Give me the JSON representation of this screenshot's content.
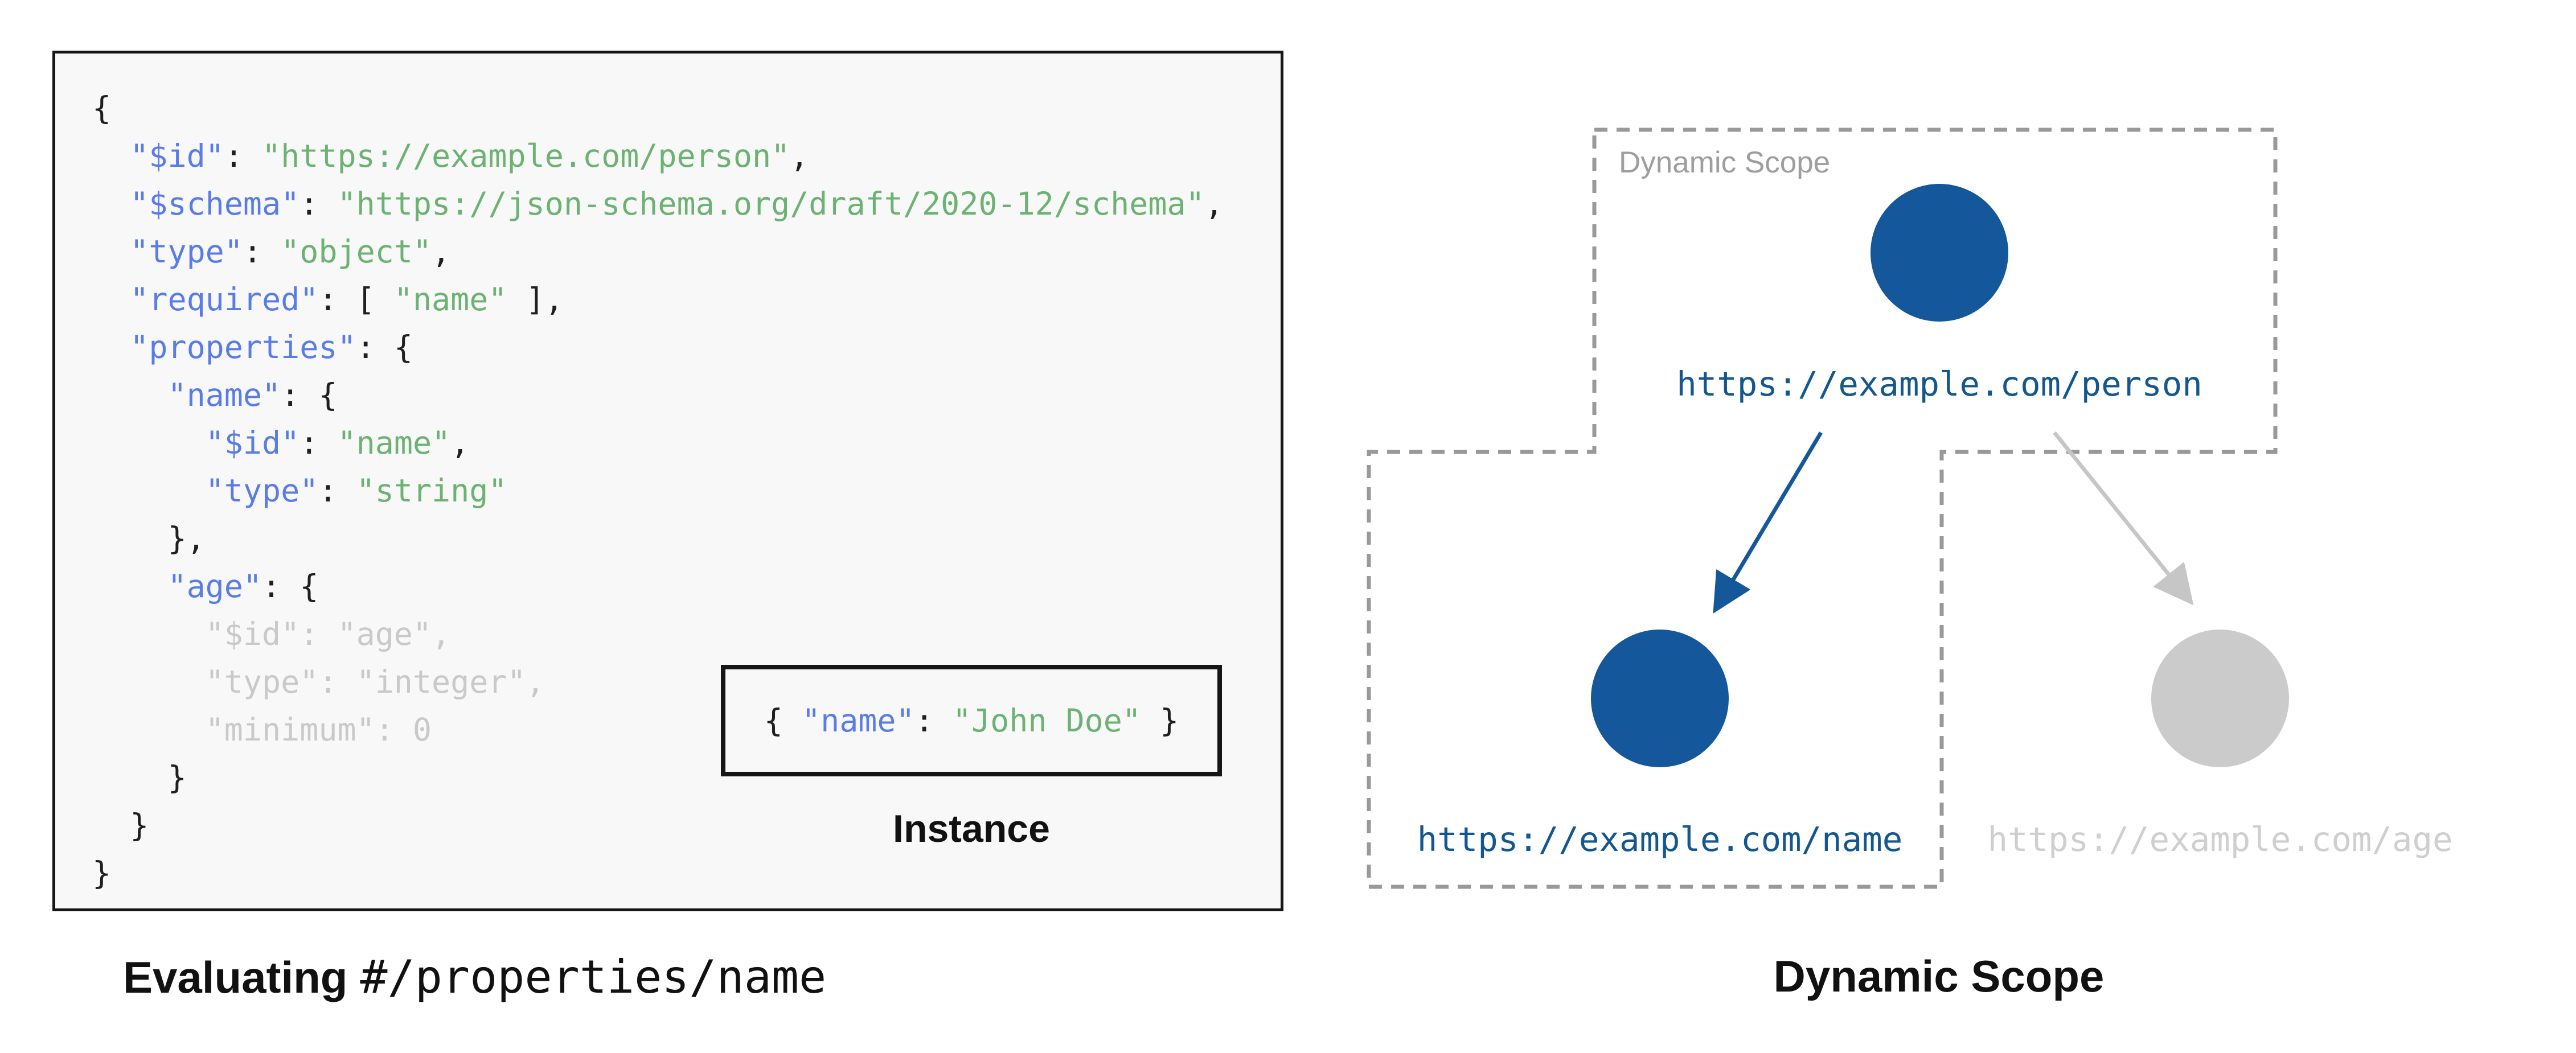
{
  "colors": {
    "node_blue": "#14579B",
    "url_blue": "#14578F",
    "key_blue": "#5A7CE8",
    "string_green": "#6CB273",
    "text_dark": "#1F1F1F",
    "dim_gray": "#C9C9C9",
    "node_gray": "#CBCBCB",
    "url_gray": "#CFCFCF",
    "arrow_gray": "#C6C6C6",
    "dash_gray": "#999999",
    "label_gray": "#9E9E9E",
    "box_bg": "#F8F8F8",
    "border_dark": "#161616"
  },
  "schema_panel": {
    "lines": [
      [
        [
          "{",
          "p"
        ]
      ],
      [
        [
          "  ",
          "p"
        ],
        [
          "\"$id\"",
          "k"
        ],
        [
          ": ",
          "p"
        ],
        [
          "\"https://example.com/person\"",
          "s"
        ],
        [
          ",",
          "p"
        ]
      ],
      [
        [
          "  ",
          "p"
        ],
        [
          "\"$schema\"",
          "k"
        ],
        [
          ": ",
          "p"
        ],
        [
          "\"https://json-schema.org/draft/2020-12/schema\"",
          "s"
        ],
        [
          ",",
          "p"
        ]
      ],
      [
        [
          "  ",
          "p"
        ],
        [
          "\"type\"",
          "k"
        ],
        [
          ": ",
          "p"
        ],
        [
          "\"object\"",
          "s"
        ],
        [
          ",",
          "p"
        ]
      ],
      [
        [
          "  ",
          "p"
        ],
        [
          "\"required\"",
          "k"
        ],
        [
          ": [ ",
          "p"
        ],
        [
          "\"name\"",
          "s"
        ],
        [
          " ],",
          "p"
        ]
      ],
      [
        [
          "  ",
          "p"
        ],
        [
          "\"properties\"",
          "k"
        ],
        [
          ": {",
          "p"
        ]
      ],
      [
        [
          "    ",
          "p"
        ],
        [
          "\"name\"",
          "k"
        ],
        [
          ": {",
          "p"
        ]
      ],
      [
        [
          "      ",
          "p"
        ],
        [
          "\"$id\"",
          "k"
        ],
        [
          ": ",
          "p"
        ],
        [
          "\"name\"",
          "s"
        ],
        [
          ",",
          "p"
        ]
      ],
      [
        [
          "      ",
          "p"
        ],
        [
          "\"type\"",
          "k"
        ],
        [
          ": ",
          "p"
        ],
        [
          "\"string\"",
          "s"
        ]
      ],
      [
        [
          "    },",
          "p"
        ]
      ],
      [
        [
          "    ",
          "p"
        ],
        [
          "\"age\"",
          "k"
        ],
        [
          ": {",
          "p"
        ]
      ],
      [
        [
          "      \"$id\": \"age\",",
          "d"
        ]
      ],
      [
        [
          "      \"type\": \"integer\",",
          "d"
        ]
      ],
      [
        [
          "      \"minimum\": 0",
          "d"
        ]
      ],
      [
        [
          "    }",
          "p"
        ]
      ],
      [
        [
          "  }",
          "p"
        ]
      ],
      [
        [
          "}",
          "p"
        ]
      ]
    ],
    "instance": {
      "tokens": [
        [
          "{ ",
          "p"
        ],
        [
          "\"name\"",
          "k"
        ],
        [
          ": ",
          "p"
        ],
        [
          "\"John Doe\"",
          "s"
        ],
        [
          " }",
          "p"
        ]
      ],
      "label": "Instance"
    },
    "caption_bold": "Evaluating",
    "caption_mono": "#/properties/name"
  },
  "scope_panel": {
    "scope_label": "Dynamic Scope",
    "person_url": "https://example.com/person",
    "name_url": "https://example.com/name",
    "age_url": "https://example.com/age",
    "caption": "Dynamic Scope"
  }
}
